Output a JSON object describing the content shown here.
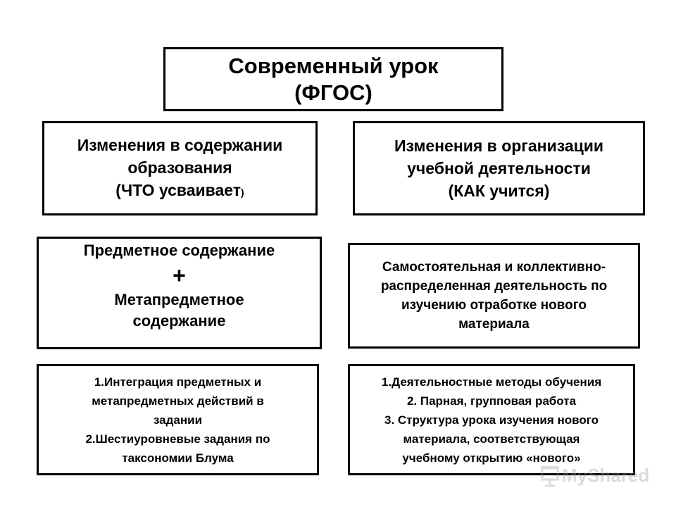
{
  "title": {
    "line1": "Современный урок",
    "line2": "(ФГОС)"
  },
  "content_changes": {
    "line1": "Изменения в содержании",
    "line2": "образования",
    "line3": "(ЧТО усваивает",
    "line3_small": ")"
  },
  "organization_changes": {
    "line1": "Изменения в организации",
    "line2": "учебной деятельности",
    "line3": "(КАК учится)"
  },
  "subject_content": {
    "line1": "Предметное содержание",
    "plus": "+",
    "line2": "Метапредметное",
    "line3": "содержание"
  },
  "activity": {
    "line1": "Самостоятельная и коллективно-",
    "line2": "распределенная деятельность по",
    "line3": "изучению отработке нового",
    "line4": "материала"
  },
  "left_list": {
    "line1": "1.Интеграция предметных и",
    "line2": "метапредметных действий в",
    "line3": "задании",
    "line4": "2.Шестиуровневые задания по",
    "line5": "таксономии Блума"
  },
  "right_list": {
    "line1": "1.Деятельностные методы обучения",
    "line2": "2. Парная, групповая работа",
    "line3": "3. Структура урока изучения нового",
    "line4": "материала, соответствующая",
    "line5": "учебному открытию «нового»"
  },
  "watermark": {
    "text": "MyShared",
    "icon": "presentation-icon"
  }
}
